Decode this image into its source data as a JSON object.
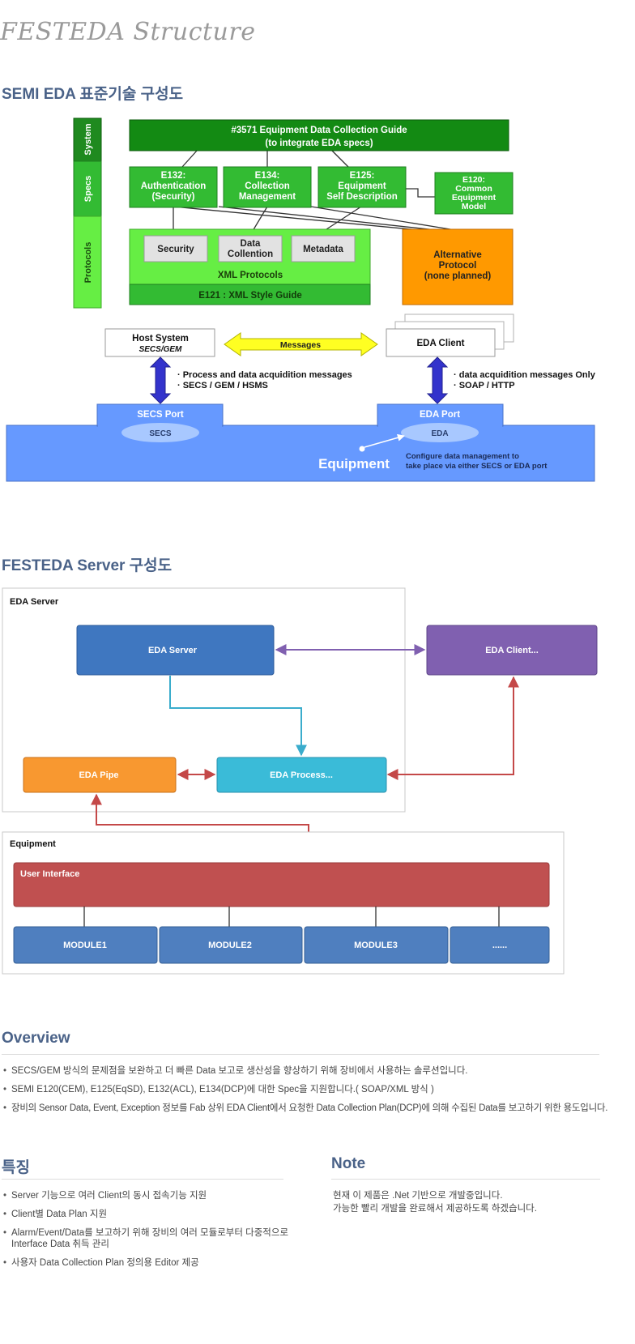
{
  "page": {
    "title": "FESTEDA Structure"
  },
  "section1": {
    "title": "SEMI EDA 표준기술 구성도",
    "layers": [
      "System",
      "Specs",
      "Protocols"
    ],
    "guide": [
      "#3571 Equipment Data Collection Guide",
      "(to integrate EDA specs)"
    ],
    "specs": [
      [
        "E132:",
        "Authentication",
        "(Security)"
      ],
      [
        "E134:",
        "Collection",
        "Management"
      ],
      [
        "E125:",
        "Equipment",
        "Self Description"
      ]
    ],
    "e120": [
      "E120:",
      "Common",
      "Equipment",
      "Model"
    ],
    "protocol_boxes": [
      [
        "Security"
      ],
      [
        "Data",
        "Collention"
      ],
      [
        "Metadata"
      ]
    ],
    "xml_protocols": "XML Protocols",
    "e121": "E121 : XML Style Guide",
    "alternative": [
      "Alternative",
      "Protocol",
      "(none planned)"
    ],
    "host_system": "Host System",
    "host_sub": "SECS/GEM",
    "messages": "Messages",
    "eda_client": "EDA Client",
    "left_notes": [
      "· Process and data acquidition messages",
      "· SECS / GEM / HSMS"
    ],
    "right_notes": [
      "· data acquidition messages Only",
      "· SOAP / HTTP"
    ],
    "secs_port": "SECS Port",
    "eda_port": "EDA Port",
    "secs": "SECS",
    "eda": "EDA",
    "equipment": "Equipment",
    "configure": [
      "Configure data management to",
      "take place via either SECS or EDA port"
    ]
  },
  "section2": {
    "title": "FESTEDA Server 구성도",
    "server_group": "EDA Server",
    "eda_server": "EDA Server",
    "eda_client": "EDA Client...",
    "eda_pipe": "EDA Pipe",
    "eda_process": "EDA Process...",
    "equipment_group": "Equipment",
    "user_interface": "User Interface",
    "modules": [
      "MODULE1",
      "MODULE2",
      "MODULE3",
      "......"
    ]
  },
  "overview": {
    "title": "Overview",
    "items": [
      "SECS/GEM 방식의 문제점을 보완하고 더 빠른 Data 보고로 생산성을 향상하기 위해 장비에서 사용하는 솔루션입니다.",
      "SEMI E120(CEM), E125(EqSD), E132(ACL), E134(DCP)에 대한 Spec을 지원합니다.( SOAP/XML 방식 )",
      "장비의 Sensor Data, Event, Exception 정보를 Fab 상위 EDA Client에서 요청한 Data Collection Plan(DCP)에 의해 수집된 Data를 보고하기 위한 용도입니다."
    ]
  },
  "features": {
    "title": "특징",
    "items": [
      "Server 기능으로 여러 Client의 동시 접속기능 지원",
      "Client별 Data Plan 지원",
      "Alarm/Event/Data를 보고하기 위해 장비의 여러 모듈로부터 다중적으로 Interface Data 취득 관리",
      "사용자 Data Collection Plan 정의용  Editor 제공"
    ]
  },
  "note": {
    "title": "Note",
    "lines": [
      "현재 이 제품은 .Net 기반으로 개발중입니다.",
      "가능한 빨리 개발을 완료해서 제공하도록 하겠습니다."
    ]
  }
}
